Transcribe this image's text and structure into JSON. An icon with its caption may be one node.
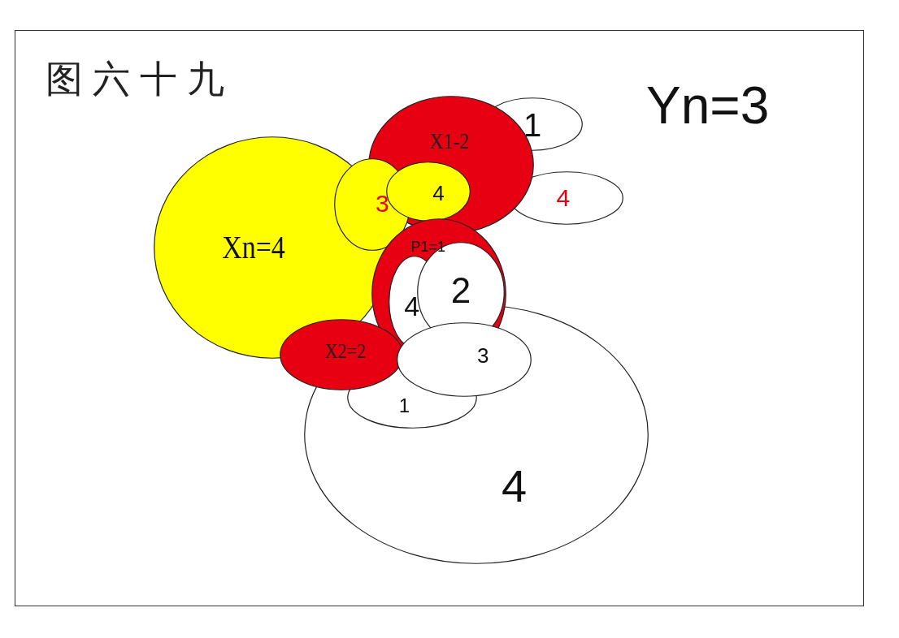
{
  "diagram": {
    "title": "图六十九",
    "nodes": [
      {
        "text": [
          "4"
        ]
      },
      {
        "text": [
          "1"
        ],
        "in": 0
      },
      {
        "text": [
          "Xn=4"
        ]
      },
      {
        "text": [
          "1"
        ]
      },
      {
        "text": [
          "4"
        ]
      },
      {
        "text": [
          "X1-2"
        ]
      },
      {
        "text": [
          "3"
        ]
      },
      {
        "text": [
          "4"
        ],
        "in": 5
      },
      {
        "text": [
          "P1=1"
        ]
      },
      {
        "text": [
          "4"
        ],
        "in": 8
      },
      {
        "text": [
          "2"
        ],
        "in": 8
      },
      {
        "text": [
          "X2=2"
        ]
      },
      {
        "text": [
          "3"
        ],
        "in": 0
      }
    ],
    "labels": [
      "Yn=3"
    ]
  }
}
